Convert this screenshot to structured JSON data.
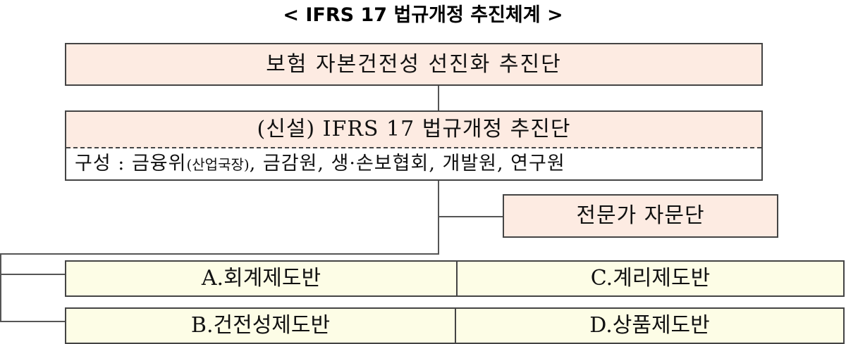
{
  "title": "< IFRS 17 법규개정 추진체계 >",
  "nodes": {
    "top": {
      "label": "보험 자본건전성 선진화 추진단"
    },
    "task_force": {
      "label": "(신설) IFRS 17 법규개정 추진단",
      "composition_prefix": "구성 : 금융위",
      "composition_small": "(산업국장)",
      "composition_rest": ", 금감원, 생·손보협회, 개발원, 연구원"
    },
    "expert": {
      "label": "전문가 자문단"
    },
    "teams": [
      {
        "label": "A.회계제도반"
      },
      {
        "label": "C.계리제도반"
      },
      {
        "label": "B.건전성제도반"
      },
      {
        "label": "D.상품제도반"
      }
    ]
  },
  "colors": {
    "header_fill": "#fdebe2",
    "team_fill": "#fdfde6",
    "border": "#444444"
  }
}
